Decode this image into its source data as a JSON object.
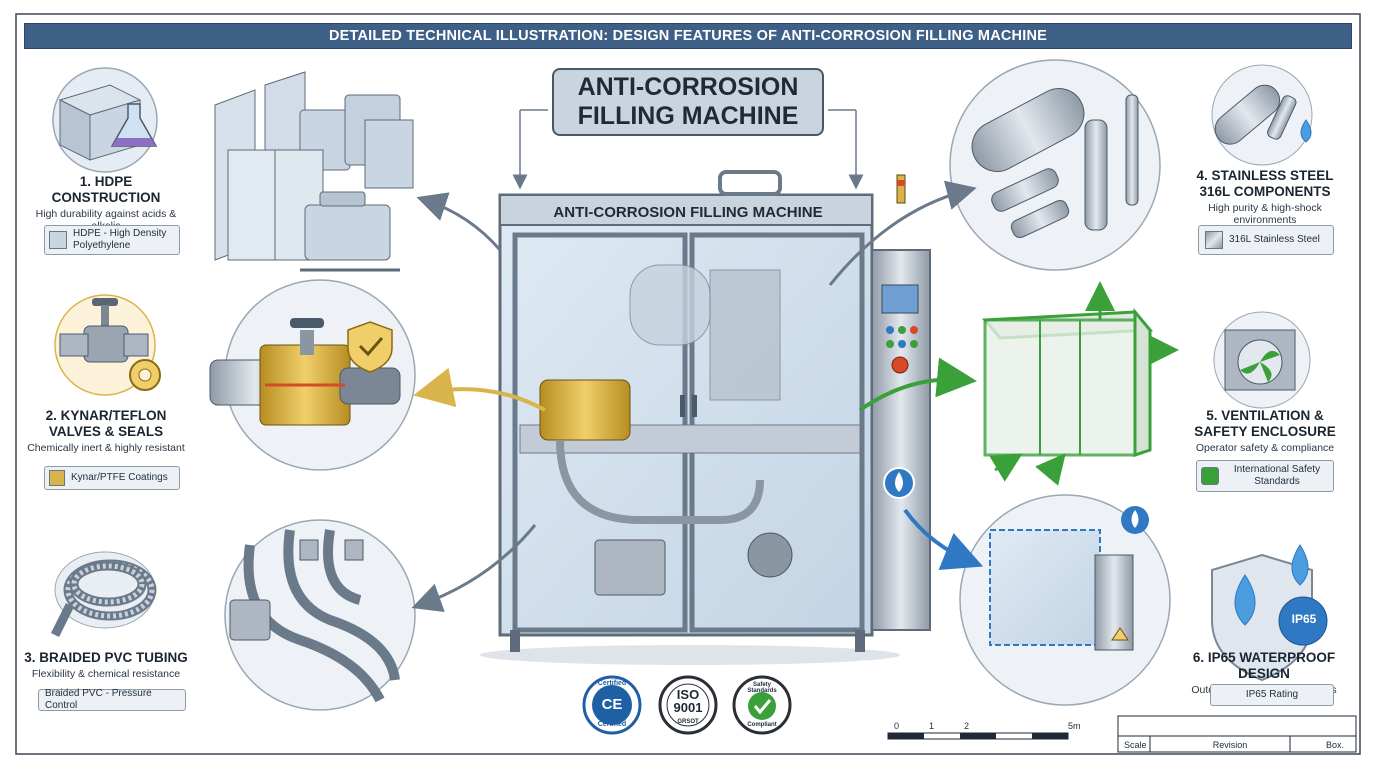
{
  "header": {
    "banner_title": "DETAILED TECHNICAL ILLUSTRATION: DESIGN FEATURES OF ANTI-CORROSION FILLING MACHINE"
  },
  "plaque": {
    "line1": "ANTI-CORROSION",
    "line2": "FILLING MACHINE"
  },
  "machine": {
    "panel_title": "ANTI-CORROSION FILLING MACHINE"
  },
  "features": [
    {
      "title_line1": "1. HDPE",
      "title_line2": "CONSTRUCTION",
      "desc": "High durability against acids & alkalis",
      "tag": "HDPE - High Density Polyethylene",
      "tag_line1": "HDPE - High Density",
      "tag_line2": "Polyethylene"
    },
    {
      "title_line1": "2. KYNAR/TEFLON",
      "title_line2": "VALVES & SEALS",
      "desc": "Chemically inert & highly resistant",
      "tag": "Kynar/PTFE Coatings"
    },
    {
      "title_line1": "3. BRAIDED PVC TUBING",
      "desc": "Flexibility & chemical resistance",
      "tag": "Braided PVC - Pressure Control"
    },
    {
      "title_line1": "4. STAINLESS STEEL",
      "title_line2": "316L COMPONENTS",
      "desc": "High purity & high-shock environments",
      "tag": "316L Stainless Steel"
    },
    {
      "title_line1": "5. VENTILATION &",
      "title_line2": "SAFETY ENCLOSURE",
      "desc": "Operator safety & compliance",
      "tag_line1": "International Safety",
      "tag_line2": "Standards"
    },
    {
      "title_line1": "6. IP65 WATERPROOF DESIGN",
      "desc": "Outdoor & humid environments",
      "tag": "IP65 Rating",
      "badge": "IP65"
    }
  ],
  "certifications": {
    "ce": {
      "top": "Certified",
      "mark": "CE",
      "bottom": "Certified"
    },
    "iso": {
      "line1": "ISO",
      "line2": "9001",
      "bottom": "GRSOT"
    },
    "safety": {
      "top": "Safety Standards",
      "bottom": "Compliant"
    }
  },
  "scale_bar": {
    "ticks": [
      "0",
      "1",
      "2",
      "5m"
    ]
  },
  "title_block": {
    "scale": "Scale",
    "revision": "Revision",
    "box": "Box."
  },
  "colors": {
    "banner": "#3e5f86",
    "hdpe": "#c9d5e2",
    "kynar": "#d9b44a",
    "steel": "#aeb7c1",
    "safety_green": "#3aa13a",
    "waterproof_blue": "#2f78c4"
  },
  "icons": [
    "flask-icon",
    "gear-icon",
    "shield-check-icon",
    "water-drop-icon",
    "fan-icon",
    "checkmark-icon",
    "warning-triangle-icon"
  ]
}
